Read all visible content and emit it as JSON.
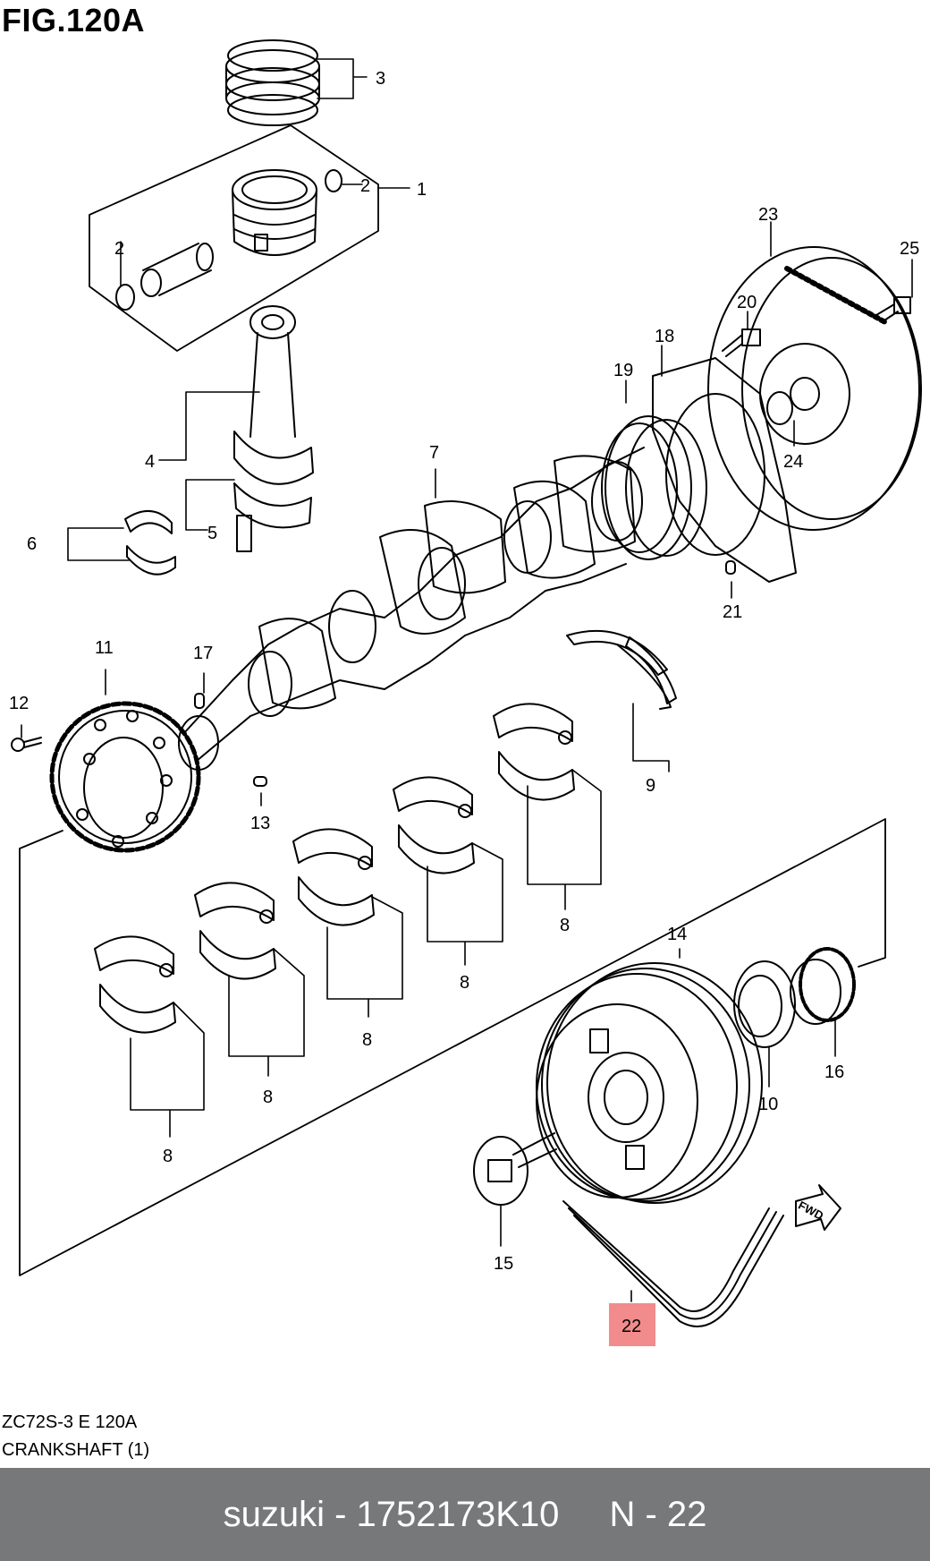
{
  "figure": {
    "title": "FIG.120A",
    "callouts": {
      "c1": "1",
      "c2a": "2",
      "c2b": "2",
      "c3": "3",
      "c4": "4",
      "c5": "5",
      "c6": "6",
      "c7": "7",
      "c8a": "8",
      "c8b": "8",
      "c8c": "8",
      "c8d": "8",
      "c8e": "8",
      "c9": "9",
      "c10": "10",
      "c11": "11",
      "c12": "12",
      "c13": "13",
      "c14": "14",
      "c15": "15",
      "c16": "16",
      "c17": "17",
      "c18": "18",
      "c19": "19",
      "c20": "20",
      "c21": "21",
      "c22": "22",
      "c23": "23",
      "c24": "24",
      "c25": "25"
    },
    "fwd_label": "FWD",
    "highlight_color": "#f28b8b"
  },
  "caption": {
    "code": "ZC72S-3 E 120A",
    "name": "CRANKSHAFT (1)"
  },
  "footer": {
    "brand_part": "suzuki - 1752173K10",
    "page": "N - 22",
    "bar_color": "#77787a"
  }
}
